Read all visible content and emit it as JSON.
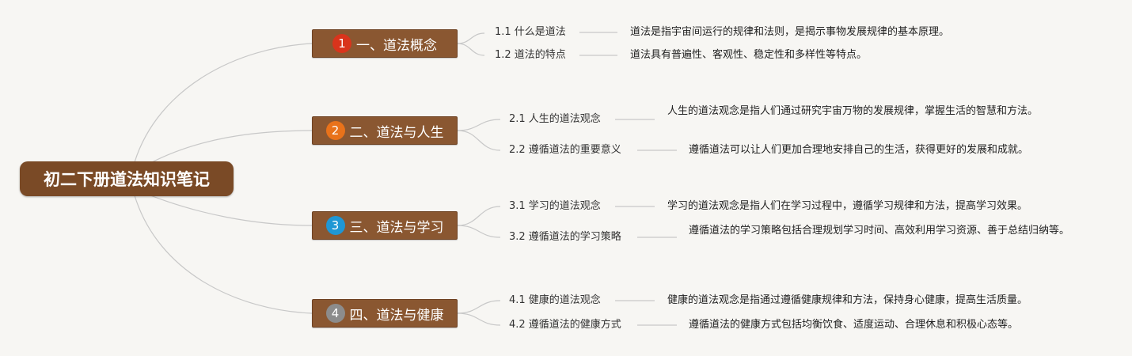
{
  "root": {
    "title": "初二下册道法知识笔记"
  },
  "branches": [
    {
      "number": "1",
      "label": "一、道法概念",
      "badge_color": "#d9341c",
      "items": [
        {
          "label": "1.1 什么是道法",
          "desc": "道法是指宇宙间运行的规律和法则，是揭示事物发展规律的基本原理。"
        },
        {
          "label": "1.2 道法的特点",
          "desc": "道法具有普遍性、客观性、稳定性和多样性等特点。"
        }
      ]
    },
    {
      "number": "2",
      "label": "二、道法与人生",
      "badge_color": "#e9721a",
      "items": [
        {
          "label": "2.1 人生的道法观念",
          "desc": "人生的道法观念是指人们通过研究宇宙万物的发展规律，掌握生活的智慧和方法。"
        },
        {
          "label": "2.2 遵循道法的重要意义",
          "desc": "遵循道法可以让人们更加合理地安排自己的生活，获得更好的发展和成就。"
        }
      ]
    },
    {
      "number": "3",
      "label": "三、道法与学习",
      "badge_color": "#1f97d4",
      "items": [
        {
          "label": "3.1 学习的道法观念",
          "desc": "学习的道法观念是指人们在学习过程中，遵循学习规律和方法，提高学习效果。"
        },
        {
          "label": "3.2 遵循道法的学习策略",
          "desc": "遵循道法的学习策略包括合理规划学习时间、高效利用学习资源、善于总结归纳等。"
        }
      ]
    },
    {
      "number": "4",
      "label": "四、道法与健康",
      "badge_color": "#8c8c8c",
      "items": [
        {
          "label": "4.1 健康的道法观念",
          "desc": "健康的道法观念是指通过遵循健康规律和方法，保持身心健康，提高生活质量。"
        },
        {
          "label": "4.2 遵循道法的健康方式",
          "desc": "遵循道法的健康方式包括均衡饮食、适度运动、合理休息和积极心态等。"
        }
      ]
    }
  ]
}
